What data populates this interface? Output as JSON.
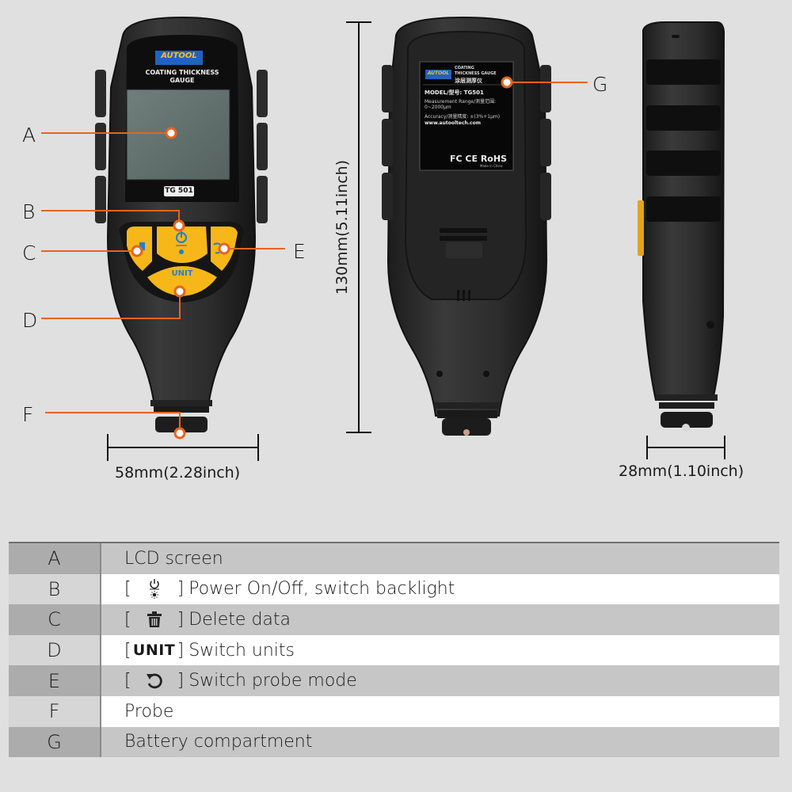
{
  "product": {
    "brand": "AUTOOL",
    "title_line1": "COATING THICKNESS",
    "title_line2": "GAUGE",
    "model_badge": "TG 501"
  },
  "back_label": {
    "brand": "AUTOOL",
    "title_line1": "COATING",
    "title_line2": "THICKNESS GAUGE",
    "title_cn": "涂层测厚仪",
    "model": "MODEL/型号: TG501",
    "range_label": "Measurement Range/测量范围:",
    "range_value": "0~2000μm",
    "accuracy": "Accuracy/测量精度: ±(3%+1μm)",
    "website": "www.autooltech.com",
    "certs": "FC CE RoHS",
    "made_in": "Made in China"
  },
  "buttons": {
    "unit_label": "UNIT"
  },
  "callouts": {
    "A": "A",
    "B": "B",
    "C": "C",
    "D": "D",
    "E": "E",
    "F": "F",
    "G": "G"
  },
  "dimensions": {
    "front_width": "58mm(2.28inch)",
    "height": "130mm(5.11inch)",
    "side_depth": "28mm(1.10inch)"
  },
  "legend": [
    {
      "key": "A",
      "icon": "",
      "text": "LCD screen"
    },
    {
      "key": "B",
      "icon": "power-backlight-icon",
      "text": "Power On/Off, switch backlight"
    },
    {
      "key": "C",
      "icon": "trash-icon",
      "text": "Delete data"
    },
    {
      "key": "D",
      "icon": "unit-text",
      "icon_text": "UNIT",
      "text": "Switch units"
    },
    {
      "key": "E",
      "icon": "rotate-icon",
      "text": "Switch probe mode"
    },
    {
      "key": "F",
      "icon": "",
      "text": "Probe"
    },
    {
      "key": "G",
      "icon": "",
      "text": "Battery compartment"
    }
  ],
  "bracket_open": "[",
  "bracket_close": "]",
  "colors": {
    "background": "#e0e0e0",
    "callout": "#e8641e",
    "button_yellow": "#f7b718",
    "icon_blue": "#1f7fd1",
    "device_body": "#2a2a2a"
  }
}
